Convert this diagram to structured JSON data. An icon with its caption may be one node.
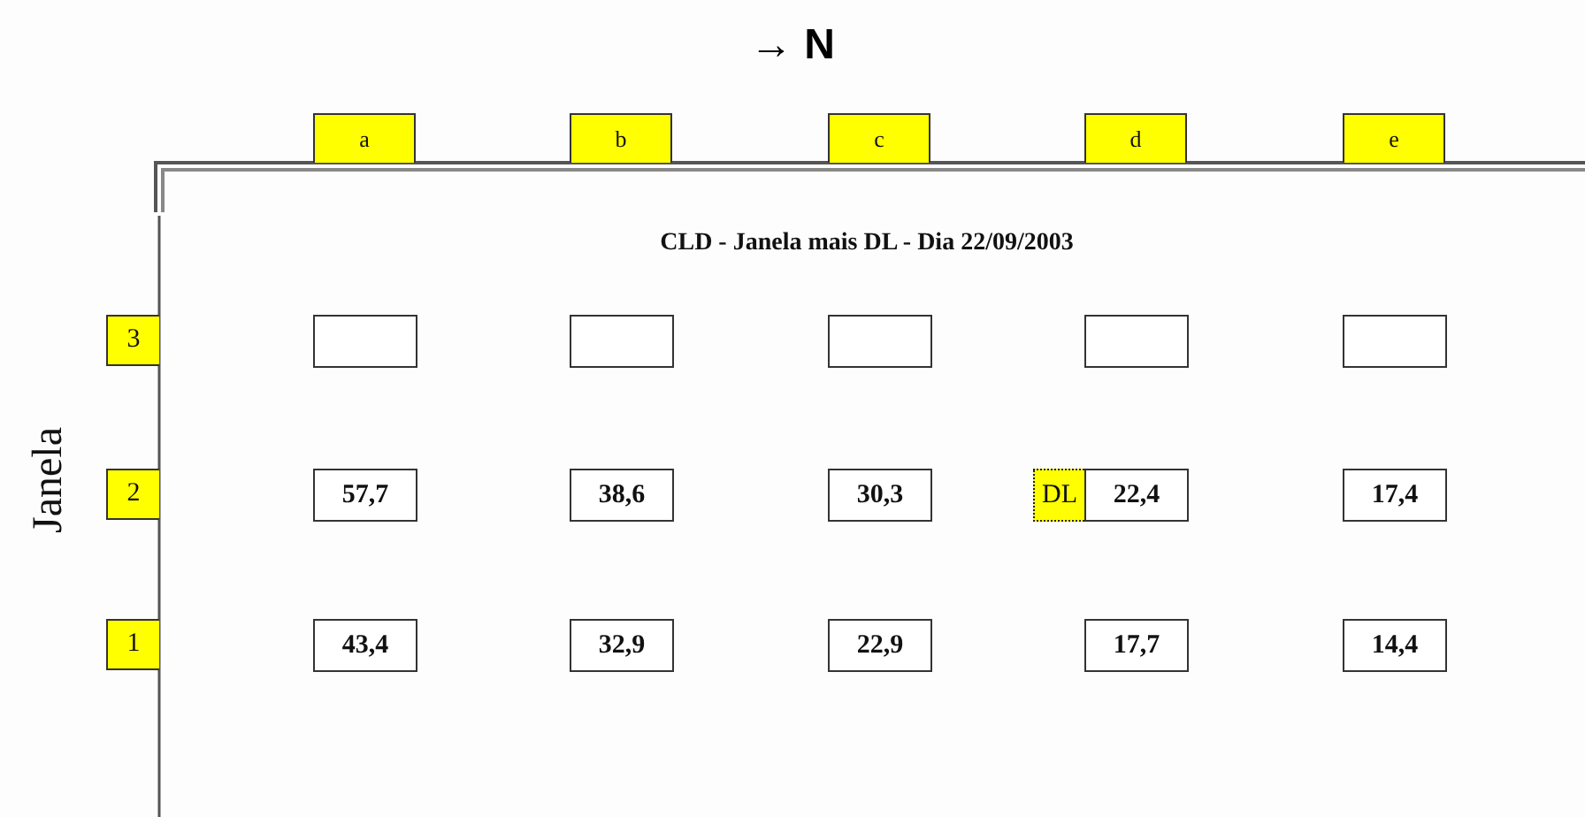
{
  "diagram": {
    "title": "→ N",
    "nodes": [
      {
        "text": [
          "a"
        ]
      },
      {
        "text": [
          "b"
        ]
      },
      {
        "text": [
          "c"
        ]
      },
      {
        "text": [
          "d"
        ]
      },
      {
        "text": [
          "e"
        ]
      },
      {
        "text": [
          "3"
        ]
      },
      {
        "text": [],
        "shape": "box"
      },
      {
        "text": [],
        "shape": "box"
      },
      {
        "text": [],
        "shape": "box"
      },
      {
        "text": [],
        "shape": "box"
      },
      {
        "text": [],
        "shape": "box"
      },
      {
        "text": [
          "2"
        ]
      },
      {
        "text": [
          "57,7"
        ]
      },
      {
        "text": [
          "38,6"
        ]
      },
      {
        "text": [
          "30,3"
        ]
      },
      {
        "text": [
          "DL"
        ]
      },
      {
        "text": [
          "22,4"
        ]
      },
      {
        "text": [
          "17,4"
        ]
      },
      {
        "text": [
          "1"
        ]
      },
      {
        "text": [
          "43,4"
        ]
      },
      {
        "text": [
          "32,9"
        ]
      },
      {
        "text": [
          "22,9"
        ]
      },
      {
        "text": [
          "17,7"
        ]
      },
      {
        "text": [
          "14,4"
        ]
      }
    ],
    "labels": [
      "CLD - Janela mais DL - Dia 22/09/2003",
      "Janela"
    ]
  }
}
